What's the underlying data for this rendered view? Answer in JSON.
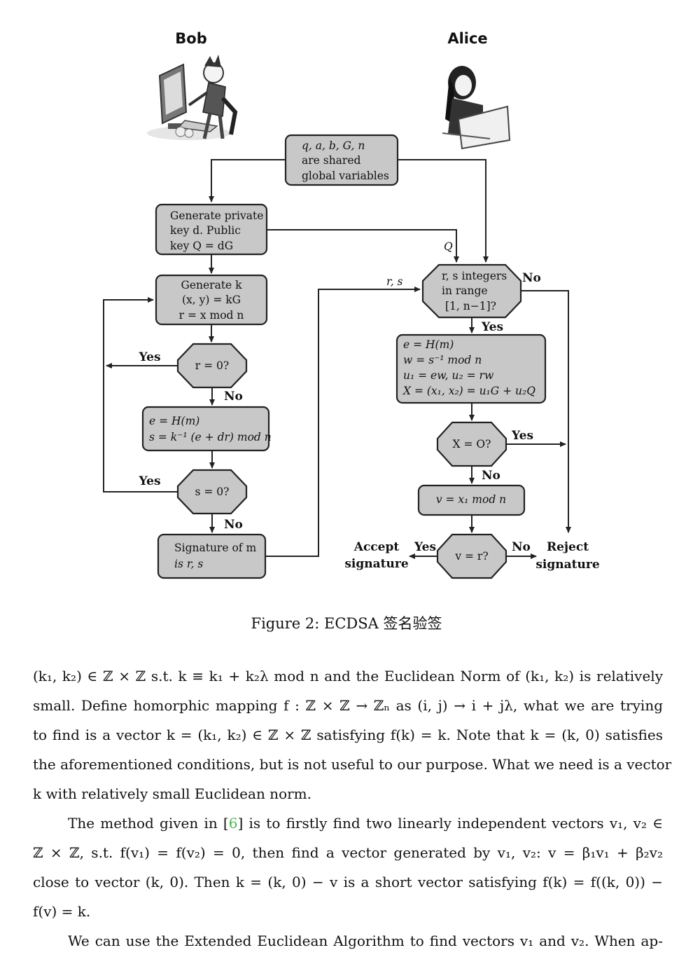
{
  "figure": {
    "bob_label": "Bob",
    "alice_label": "Alice",
    "shared": [
      "q, a, b, G, n",
      "are shared",
      "global variables"
    ],
    "gen_key": [
      "Generate private",
      "key d. Public",
      "key Q = dG"
    ],
    "gen_k": [
      "Generate k",
      "(x, y) = kG",
      "r = x mod n"
    ],
    "r_zero": "r = 0?",
    "compute_s": [
      "e = H(m)",
      "s = k⁻¹ (e + dr) mod n"
    ],
    "s_zero": "s = 0?",
    "signature": [
      "Signature of m",
      "is r, s"
    ],
    "range_check": [
      "r, s integers",
      "in range",
      "[1, n−1]?"
    ],
    "verify_compute": [
      "e = H(m)",
      "w = s⁻¹ mod n",
      "u₁ = ew, u₂ = rw",
      "X = (x₁, x₂) = u₁G + u₂Q"
    ],
    "x_zero": "X = O?",
    "v_compute": "v = x₁ mod n",
    "v_eq_r": "v = r?",
    "accept": [
      "Accept",
      "signature"
    ],
    "reject": [
      "Reject",
      "signature"
    ],
    "edge_yes": "Yes",
    "edge_no": "No",
    "edge_Q": "Q",
    "edge_rs": "r, s"
  },
  "caption": "Figure 2: ECDSA 签名验签",
  "body": {
    "p1_lines": [
      "(k₁, k₂) ∈ ℤ × ℤ s.t. k ≡ k₁ + k₂λ  mod n and the Euclidean Norm of (k₁, k₂) is relatively",
      "small. Define homorphic mapping f : ℤ × ℤ → ℤₙ as (i, j) → i + jλ, what we are trying",
      "to find is a vector k = (k₁, k₂) ∈ ℤ × ℤ satisfying f(k) = k. Note that k = (k, 0) satisfies",
      "the aforementioned conditions, but is not useful to our purpose. What we need is a vector",
      "k with relatively small Euclidean norm."
    ],
    "p2_lines": [
      "The method given in  [6] is to firstly find two linearly independent vectors v₁, v₂ ∈",
      "ℤ × ℤ, s.t. f(v₁) = f(v₂) = 0, then find a vector generated by v₁, v₂: v = β₁v₁ + β₂v₂",
      "close to vector (k, 0). Then k = (k, 0) − v is a short vector satisfying f(k) = f((k, 0)) −",
      "f(v) = k."
    ],
    "p3_lines": [
      "We can use the Extended Euclidean Algorithm to find vectors v₁ and v₂. When ap-"
    ]
  }
}
